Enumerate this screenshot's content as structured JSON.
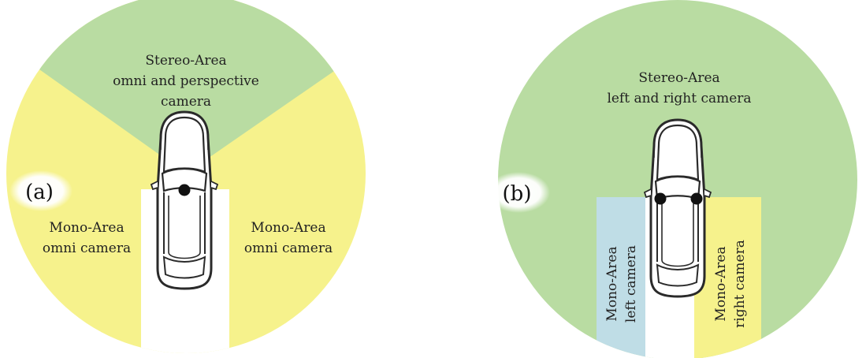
{
  "panels": [
    {
      "letter": "(a)",
      "stereo": {
        "line1": "Stereo-Area",
        "line2": "omni and perspective",
        "line3": "camera"
      },
      "mono_left": {
        "line1": "Mono-Area",
        "line2": "omni camera"
      },
      "mono_right": {
        "line1": "Mono-Area",
        "line2": "omni camera"
      }
    },
    {
      "letter": "(b)",
      "stereo": {
        "line1": "Stereo-Area",
        "line2": "left and right camera"
      },
      "mono_left": {
        "line1": "Mono-Area",
        "line2": "left camera"
      },
      "mono_right": {
        "line1": "Mono-Area",
        "line2": "right camera"
      }
    }
  ],
  "colors": {
    "stereo": "#b9dca2",
    "mono_yellow": "#f6f28c",
    "mono_blue": "#bfdde6",
    "car_line": "#2a2a2a",
    "camera_dot": "#111111"
  }
}
